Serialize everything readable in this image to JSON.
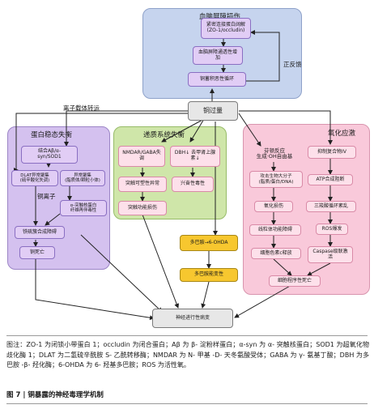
{
  "regions": {
    "bbb": "血脑屏障损伤",
    "protein": "蛋白稳态失衡",
    "neuro": "递质系统失衡",
    "oxidative": "氧化应激"
  },
  "nodes": {
    "zo1": "紧密连接蛋白阔解\n(ZO-1/occludin)",
    "bbb_perm": "血脑屏障通透性增\n加",
    "protective": "铜蓄积恶性循环",
    "copper": "铜过量",
    "abeta": "结合Aβ/α-\nsyn/SOD1",
    "dlat_left": "DLAT异常聚集\n(硫辛酸化失调)",
    "dlat_right": "异常聚集\n(脂质体/颗粒小体)",
    "cuproptosis_sub": "α-突触核蛋白\n纤维再伴毒性",
    "ironmt": "铁硫簇合成障碍",
    "cuproptosis": "铜死亡",
    "nmdar": "NMDAR/GABA失\n调",
    "dbh": "DBH↓ 去甲肾上腺\n素↓",
    "syn_plast": "突触可塑性异常",
    "excit": "兴奋性毒性",
    "syn_dys": "突触功能损伤",
    "fenton": "芬顿反应\n生成·OH自由基",
    "inh_complex": "抑制复合物IV",
    "attack": "攻击生物大分子\n(脂质/蛋白/DNA)",
    "atp": "ATP合成阻断",
    "ox_damage": "氧化损伤",
    "tca": "三羧酸循环紊乱",
    "lipid": "线粒体功能障碍",
    "ros": "ROS爆发",
    "cytc": "细胞色素c释放",
    "caspase": "Caspase级联激\n活",
    "apoptosis": "细胞程序性死亡",
    "dopa": "多巴胺→6-OHDA",
    "dopa_tox": "多巴胺能变性",
    "neurodegen": "神经进行性病变"
  },
  "labels": {
    "positive_feedback": "正反馈",
    "ion_transport": "离子载体转运",
    "copper_ion": "铜离子"
  },
  "caption": "图注：ZO-1 为闭锁小带蛋白 1；occludin 为闭合蛋白；Aβ 为 β- 淀粉样蛋白；α-syn 为 α- 突触核蛋白；SOD1 为超氧化物歧化酶 1；DLAT 为二氢硫辛酰胺 S- 乙酰转移酶；NMDAR 为 N- 甲基 -D- 天冬氨酸受体；GABA 为 γ- 氨基丁酸；DBH 为多巴胺 -β- 羟化酶；6-OHDA 为 6- 羟基多巴胺；ROS 为活性氧。",
  "figure_title": "图 7  |  铜暴露的神经毒理学机制",
  "colors": {
    "bbb_region": "#c6d4ee",
    "protein_region": "#d4c1ef",
    "neuro_region": "#cfe6a9",
    "oxidative_region": "#f9c9da",
    "dopamine_nodes": "#f7c72f",
    "arrow": "#222222"
  }
}
